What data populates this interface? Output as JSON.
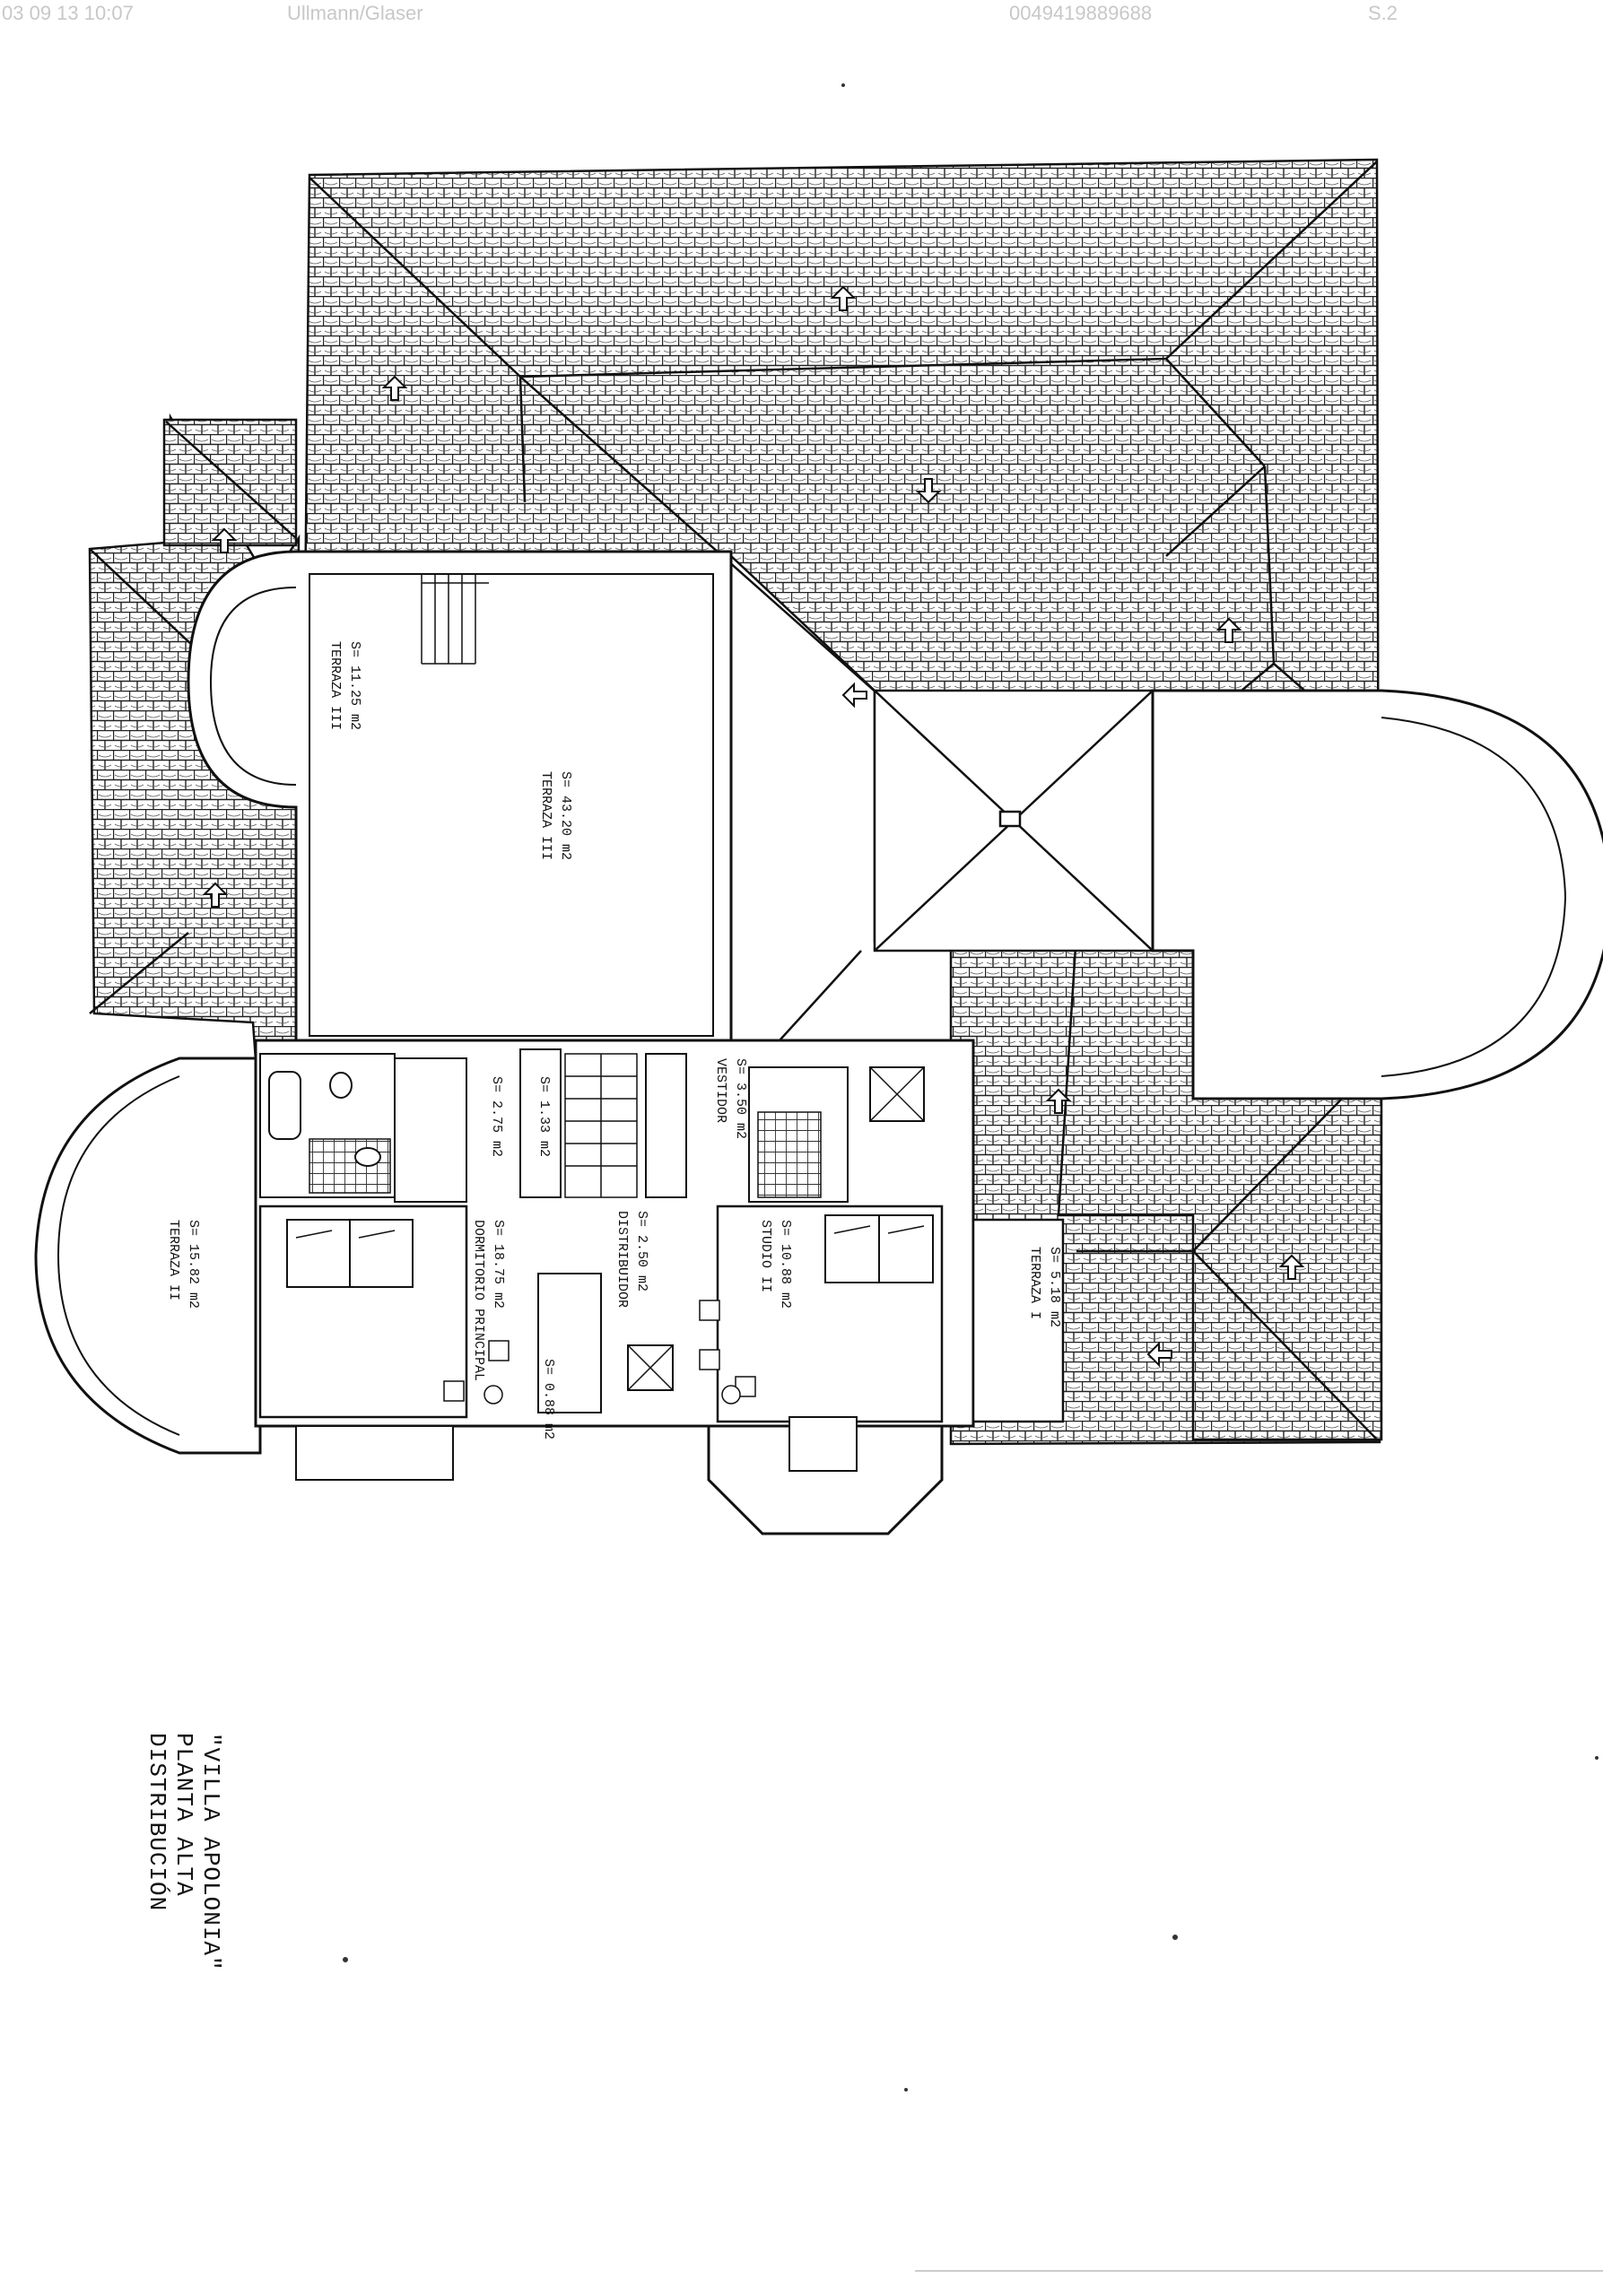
{
  "fax_header": {
    "date_time": "03 09 13 10:07",
    "sender": "Ullmann/Glaser",
    "phone": "0049419889688",
    "page": "S.2"
  },
  "title": {
    "line1": "\"VILLA APOLONIA\"",
    "line2": "PLANTA ALTA",
    "line3": "DISTRIBUCIÓN"
  },
  "rooms": {
    "terraza_iii_round": {
      "name": "TERRAZA III",
      "area": "S= 11.25 m2"
    },
    "terraza_iii": {
      "name": "TERRAZA III",
      "area": "S= 43.20 m2"
    },
    "terraza_ii": {
      "name": "TERRAZA II",
      "area": "S= 15.82 m2"
    },
    "dormitorio_principal": {
      "name": "DORMITORIO PRINCIPAL",
      "area": "S= 18.75 m2"
    },
    "vestidor": {
      "name": "VESTIDOR",
      "area": "S= 3.50 m2"
    },
    "distribuidor": {
      "name": "DISTRIBUIDOR",
      "area": "S= 2.50 m2"
    },
    "estudio_ii": {
      "name": "STUDIO II",
      "area": "S= 10.88 m2"
    },
    "terraza_i": {
      "name": "TERRAZA I",
      "area": "S= 5.18 m2"
    },
    "small_1": {
      "area": "S= 1.33 m2"
    },
    "small_2": {
      "area": "S= 2.75 m2"
    },
    "small_3": {
      "area": "S= 0.88 m2"
    }
  }
}
